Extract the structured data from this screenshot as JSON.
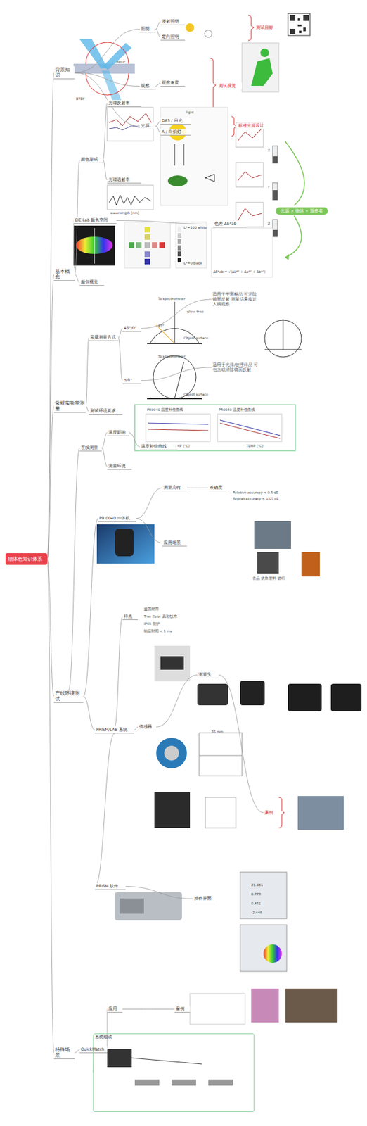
{
  "diagram": {
    "nodes": [
      {
        "text": [
          "物体色知识体系"
        ]
      },
      {
        "text": [
          "背景知识"
        ]
      },
      {
        "text": [
          "基本概念"
        ]
      },
      {
        "text": [
          "常规实验室测量"
        ]
      },
      {
        "text": [
          "产线环境测试"
        ]
      },
      {
        "text": [
          "特殊场景"
        ]
      },
      {
        "text": [
          "照明"
        ]
      },
      {
        "text": [
          "漫射照明"
        ]
      },
      {
        "text": [
          "定向照明"
        ]
      },
      {
        "text": [
          "测试目标"
        ]
      },
      {
        "text": [
          "观察"
        ]
      },
      {
        "text": [
          "观察角度"
        ]
      },
      {
        "text": [
          "测试视觉"
        ]
      },
      {
        "text": [
          "光源"
        ]
      },
      {
        "text": [
          "D65 / 日光"
        ]
      },
      {
        "text": [
          "A / 白炽灯"
        ]
      },
      {
        "text": [
          "标准光源设计"
        ]
      },
      {
        "text": [
          "颜色形成"
        ]
      },
      {
        "text": [
          "光谱反射率"
        ]
      },
      {
        "text": [
          "光谱透射率"
        ]
      },
      {
        "text": [
          "光源 × 物体 × 观察者"
        ]
      },
      {
        "text": [
          "CIE Lab 颜色空间"
        ]
      },
      {
        "text": [
          "色差 ΔE*ab"
        ]
      },
      {
        "text": [
          "颜色视觉"
        ]
      },
      {
        "text": [
          "常规测量方式"
        ]
      },
      {
        "text": [
          "45°/0°"
        ]
      },
      {
        "text": [
          "适用于平面样品 可消除镜面反射 测量结果接近人眼观察"
        ]
      },
      {
        "text": [
          "d/8°"
        ]
      },
      {
        "text": [
          "适用于光泽/纹理样品 可包含或排除镜面反射"
        ]
      },
      {
        "text": [
          "测试环境要求"
        ]
      },
      {
        "text": [
          "在线测量"
        ]
      },
      {
        "text": [
          "温度影响"
        ]
      },
      {
        "text": [
          "温度补偿曲线"
        ]
      },
      {
        "text": [
          "测量环境"
        ]
      },
      {
        "text": [
          "PR 0040 一体机"
        ]
      },
      {
        "text": [
          "测量几何"
        ]
      },
      {
        "text": [
          "准确度"
        ]
      },
      {
        "text": [
          "应用场景"
        ]
      },
      {
        "text": [
          "PRISM/LAB 系统"
        ]
      },
      {
        "text": [
          "特点"
        ]
      },
      {
        "text": [
          "传感器"
        ]
      },
      {
        "text": [
          "测量头"
        ]
      },
      {
        "text": [
          "案例"
        ]
      },
      {
        "text": [
          "PRISM 软件"
        ]
      },
      {
        "text": [
          "操作界面"
        ]
      },
      {
        "text": [
          "QuickMatch"
        ]
      },
      {
        "text": [
          "应用"
        ]
      },
      {
        "text": [
          "案例"
        ]
      },
      {
        "text": [
          "系统组成"
        ]
      }
    ],
    "edges": [
      {
        "from": 0,
        "to": 1,
        "arrow": "none"
      },
      {
        "from": 0,
        "to": 2,
        "arrow": "none"
      },
      {
        "from": 0,
        "to": 3,
        "arrow": "none"
      },
      {
        "from": 0,
        "to": 4,
        "arrow": "none"
      },
      {
        "from": 0,
        "to": 5,
        "arrow": "none"
      },
      {
        "from": 1,
        "to": 6,
        "arrow": "none"
      },
      {
        "from": 1,
        "to": 10,
        "arrow": "none"
      },
      {
        "from": 1,
        "to": 13,
        "arrow": "none"
      },
      {
        "from": 6,
        "to": 7,
        "arrow": "none"
      },
      {
        "from": 6,
        "to": 8,
        "arrow": "none"
      },
      {
        "from": 10,
        "to": 11,
        "arrow": "none"
      },
      {
        "from": 13,
        "to": 14,
        "arrow": "none"
      },
      {
        "from": 13,
        "to": 15,
        "arrow": "none"
      },
      {
        "from": 2,
        "to": 17,
        "arrow": "none"
      },
      {
        "from": 2,
        "to": 21,
        "arrow": "none"
      },
      {
        "from": 2,
        "to": 23,
        "arrow": "none"
      },
      {
        "from": 17,
        "to": 18,
        "arrow": "none"
      },
      {
        "from": 17,
        "to": 19,
        "arrow": "none"
      },
      {
        "from": 21,
        "to": 22,
        "arrow": "none"
      },
      {
        "from": 3,
        "to": 24,
        "arrow": "none"
      },
      {
        "from": 3,
        "to": 29,
        "arrow": "none"
      },
      {
        "from": 24,
        "to": 25,
        "arrow": "none"
      },
      {
        "from": 24,
        "to": 27,
        "arrow": "none"
      },
      {
        "from": 25,
        "to": 26,
        "arrow": "none"
      },
      {
        "from": 27,
        "to": 28,
        "arrow": "none"
      },
      {
        "from": 4,
        "to": 30,
        "arrow": "none"
      },
      {
        "from": 4,
        "to": 34,
        "arrow": "none"
      },
      {
        "from": 4,
        "to": 38,
        "arrow": "none"
      },
      {
        "from": 30,
        "to": 31,
        "arrow": "none"
      },
      {
        "from": 30,
        "to": 33,
        "arrow": "none"
      },
      {
        "from": 31,
        "to": 32,
        "arrow": "none"
      },
      {
        "from": 34,
        "to": 35,
        "arrow": "none"
      },
      {
        "from": 34,
        "to": 37,
        "arrow": "none"
      },
      {
        "from": 35,
        "to": 36,
        "arrow": "none"
      },
      {
        "from": 38,
        "to": 39,
        "arrow": "none"
      },
      {
        "from": 38,
        "to": 40,
        "arrow": "none"
      },
      {
        "from": 38,
        "to": 43,
        "arrow": "none"
      },
      {
        "from": 40,
        "to": 41,
        "arrow": "none"
      },
      {
        "from": 41,
        "to": 42,
        "arrow": "none"
      },
      {
        "from": 43,
        "to": 44,
        "arrow": "none"
      },
      {
        "from": 5,
        "to": 45,
        "arrow": "none"
      },
      {
        "from": 45,
        "to": 46,
        "arrow": "none"
      },
      {
        "from": 45,
        "to": 48,
        "arrow": "none"
      },
      {
        "from": 46,
        "to": 47,
        "arrow": "none"
      }
    ],
    "labels": [
      "BRDF",
      "BTDF",
      "light",
      "wavelength [nm]",
      "To spectrometer",
      "gloss trap",
      "Object surface",
      "To spectrometer",
      "Object surface",
      "45°",
      "ΔE*ab = √(ΔL*² + Δa*² + Δb*²)",
      "L*=100 white",
      "L*=0 black",
      "X",
      "Y",
      "Z",
      "PR0040 温度补偿曲线",
      "PR0040 温度补偿曲线",
      "TEMP (°C)",
      "TEMP (°C)",
      "Relative accuracy < 0.5 dE",
      "Repeat accuracy < 0.05 dE",
      "食品 烘焙 塑料 纺织",
      "坚固耐用",
      "True Color 真彩技术",
      "IP65 防护",
      "响应时间 < 1 ms",
      "35 mm",
      "21.461",
      "0.773",
      "0.451",
      "-2.446"
    ]
  }
}
